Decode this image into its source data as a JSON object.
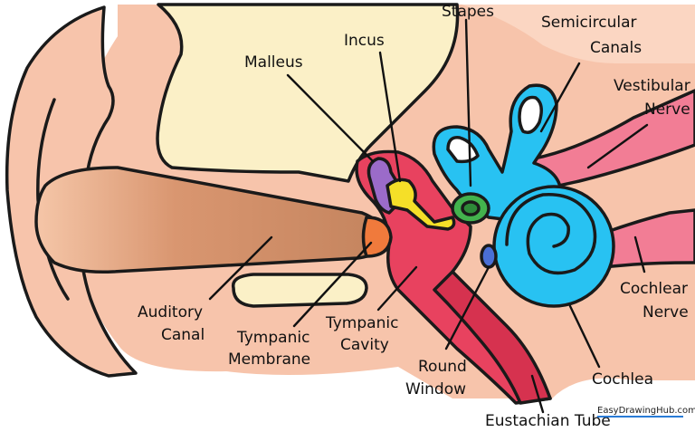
{
  "labels": {
    "stapes": "Stapes",
    "semicircular_line1": "Semicircular",
    "semicircular_line2": "Canals",
    "incus": "Incus",
    "malleus": "Malleus",
    "vestibular_line1": "Vestibular",
    "vestibular_line2": "Nerve",
    "auditory_line1": "Auditory",
    "auditory_line2": "Canal",
    "tympanic_membrane_line1": "Tympanic",
    "tympanic_membrane_line2": "Membrane",
    "tympanic_cavity_line1": "Tympanic",
    "tympanic_cavity_line2": "Cavity",
    "cochlear_nerve_line1": "Cochlear",
    "cochlear_nerve_line2": "Nerve",
    "round_window_line1": "Round",
    "round_window_line2": "Window",
    "cochlea": "Cochlea",
    "eustachian_tube": "Eustachian Tube"
  },
  "watermark": "EasyDrawingHub.com",
  "colors": {
    "skin": "#f7c4ab",
    "bone": "#fbf0c7",
    "canal": "#c98a63",
    "eardrum": "#f07a3c",
    "cavity": "#e8425f",
    "malleus": "#9b6bc9",
    "incus": "#f5df28",
    "stapes": "#43b24d",
    "inner_ear": "#28c2f2",
    "nerve": "#f27d95"
  }
}
